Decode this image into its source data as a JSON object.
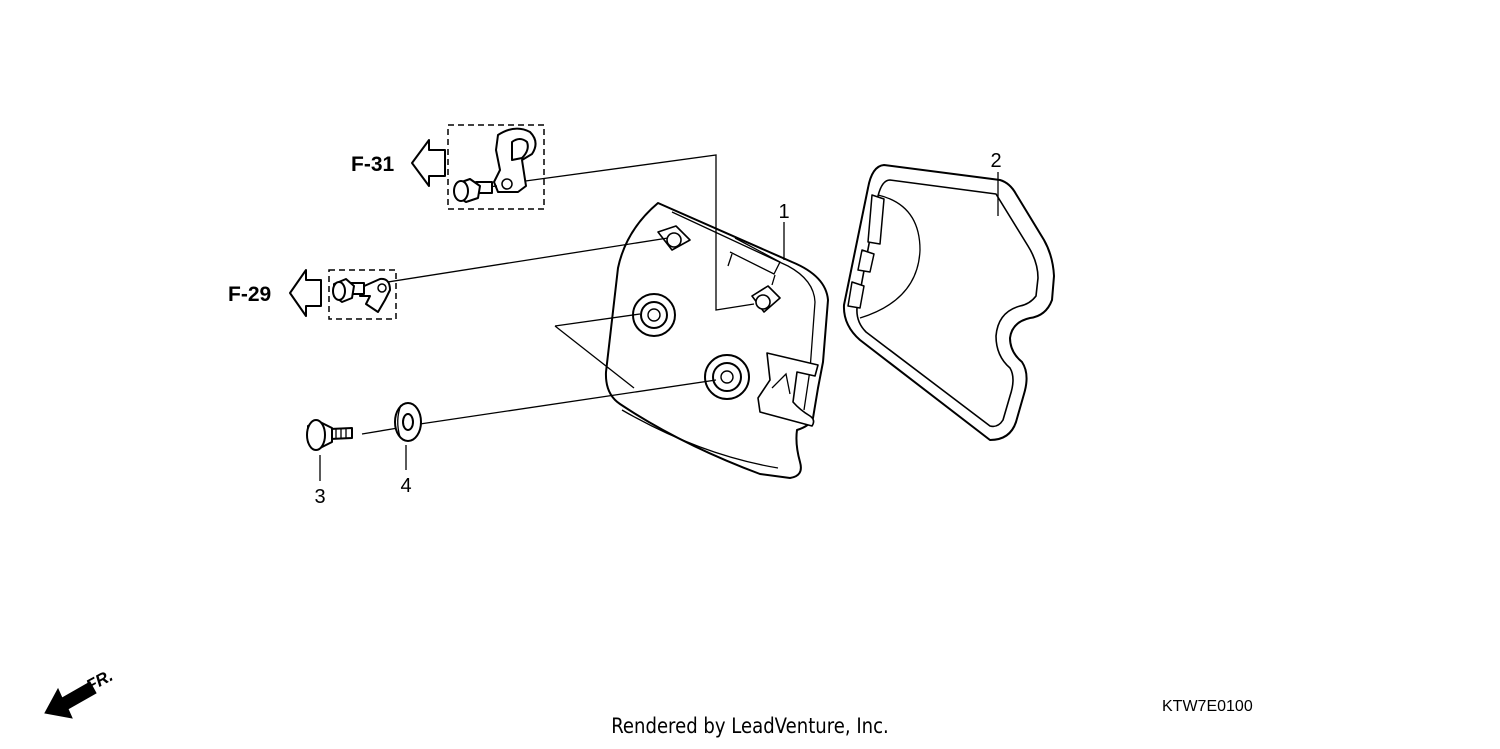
{
  "callouts": {
    "cover": "1",
    "gasket": "2",
    "bolt": "3",
    "washer": "4"
  },
  "references": {
    "upper": "F-31",
    "lower": "F-29"
  },
  "direction": {
    "label": "FR."
  },
  "diagram_code": "KTW7E0100",
  "credit": "Rendered by LeadVenture, Inc."
}
